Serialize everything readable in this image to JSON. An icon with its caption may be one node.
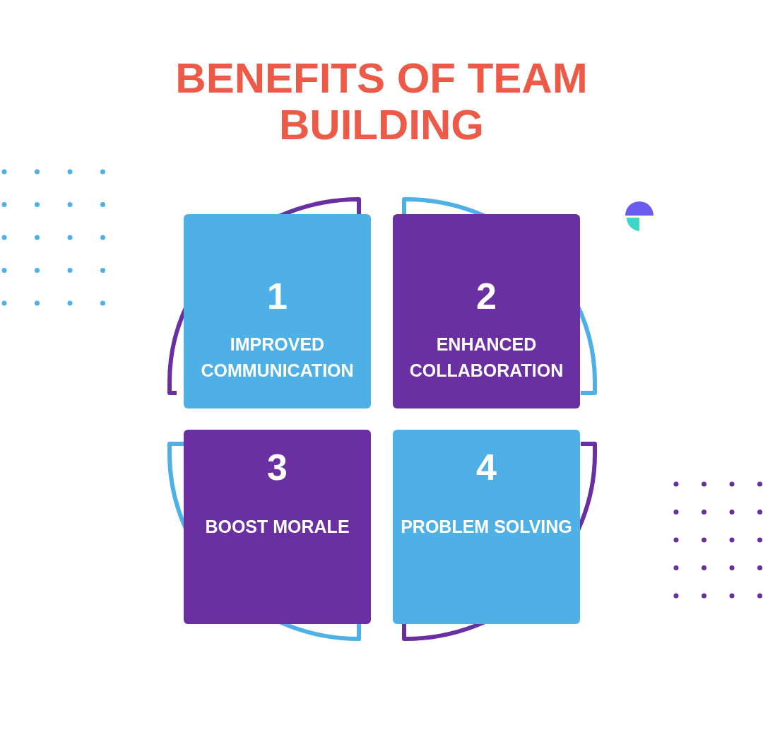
{
  "diagram": {
    "title": "BENEFITS OF TEAM BUILDING",
    "nodes": [
      {
        "text": [
          "1",
          "IMPROVED COMMUNICATION"
        ]
      },
      {
        "text": [
          "2",
          "ENHANCED COLLABORATION"
        ]
      },
      {
        "text": [
          "3",
          "BOOST MORALE"
        ]
      },
      {
        "text": [
          "4",
          "PROBLEM SOLVING"
        ]
      }
    ]
  }
}
